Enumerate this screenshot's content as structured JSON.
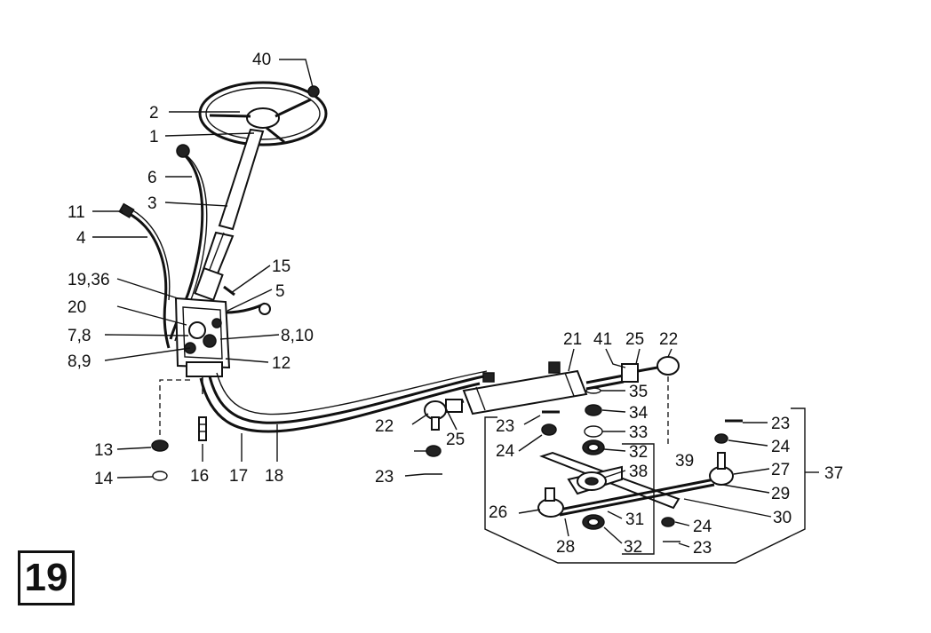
{
  "figure_number": "19",
  "labels": [
    "40",
    "2",
    "1",
    "6",
    "3",
    "11",
    "4",
    "15",
    "19,36",
    "5",
    "20",
    "7,8",
    "8,10",
    "8,9",
    "12",
    "21",
    "41",
    "25",
    "22",
    "35",
    "34",
    "22",
    "25",
    "23",
    "33",
    "24",
    "23",
    "24",
    "32",
    "39",
    "38",
    "27",
    "37",
    "29",
    "13",
    "14",
    "16",
    "17",
    "18",
    "23",
    "26",
    "31",
    "30",
    "24",
    "28",
    "32",
    "23"
  ]
}
